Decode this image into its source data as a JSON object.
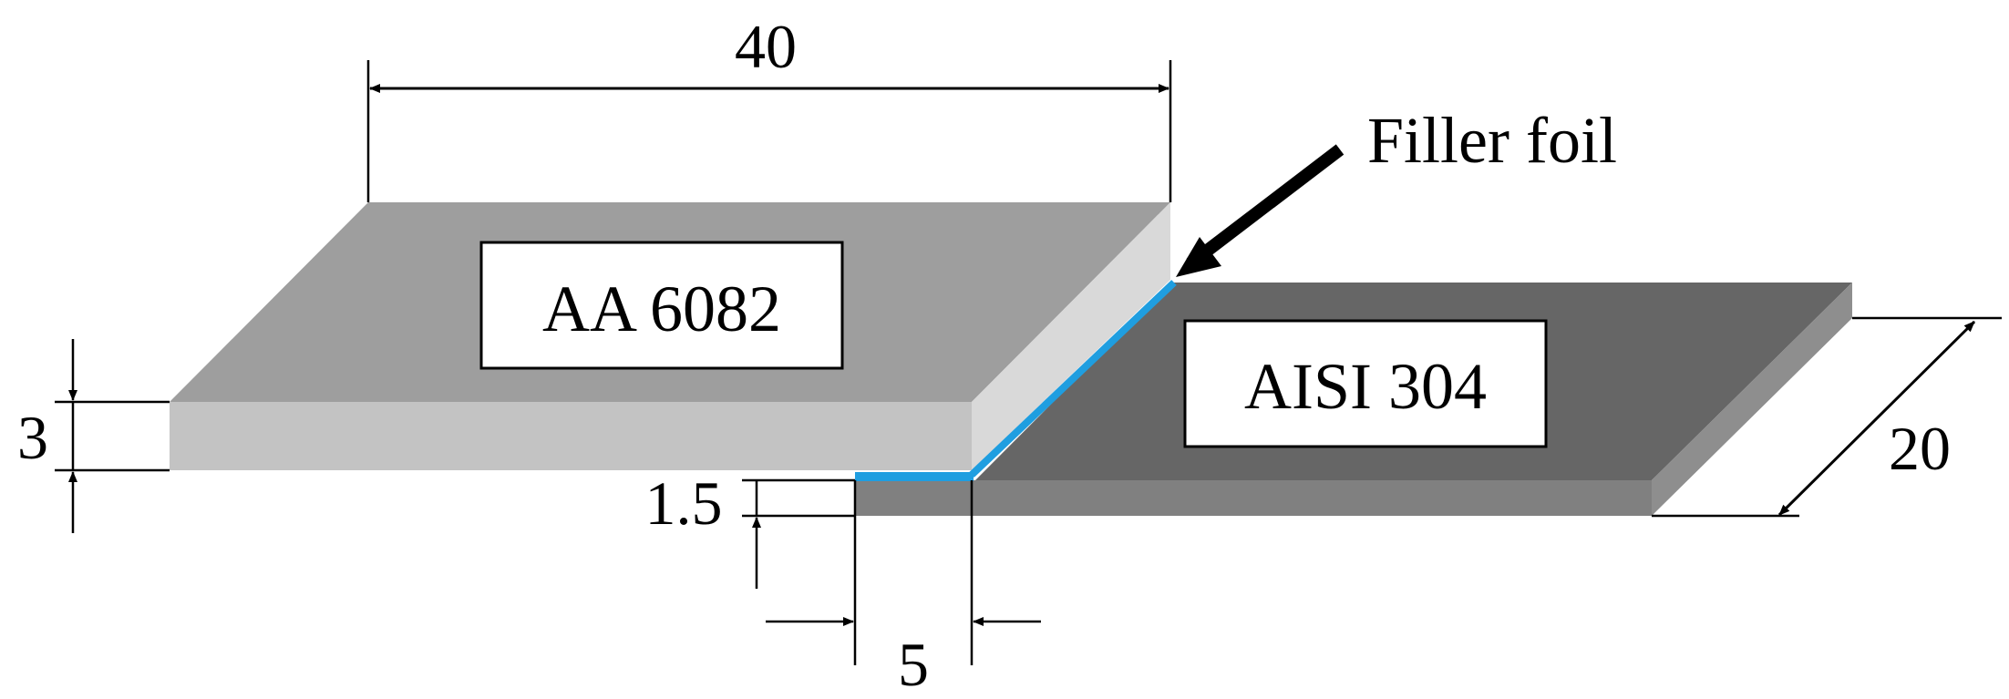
{
  "labels": {
    "width_top": "40",
    "thickness_aa": "3",
    "thickness_aisi": "1.5",
    "overlap": "5",
    "depth": "20",
    "filler": "Filler foil",
    "aa_plate": "AA 6082",
    "aisi_plate": "AISI 304"
  },
  "colors": {
    "aa_top": "#9e9e9e",
    "aa_front": "#c3c3c3",
    "aa_side": "#d9d9d9",
    "aisi_top": "#666666",
    "aisi_front": "#808080",
    "aisi_side": "#8e8e8e",
    "filler": "#1f9ee0",
    "line": "#000000"
  },
  "icons": {
    "dimension_arrow": "arrowhead-icon",
    "pointer_arrow": "arrow-icon"
  }
}
